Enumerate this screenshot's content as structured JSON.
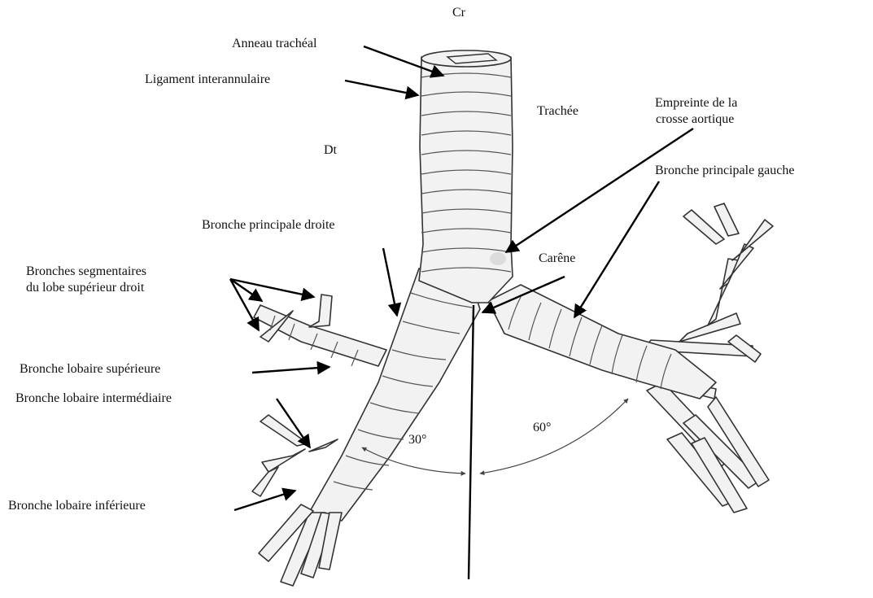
{
  "orientation": {
    "cranial": "Cr",
    "right": "Dt"
  },
  "labels": {
    "tracheal_ring": "Anneau trachéal",
    "interannular_ligament": "Ligament interannulaire",
    "trachea": "Trachée",
    "aortic_arch_line1": "Empreinte de la",
    "aortic_arch_line2": "crosse aortique",
    "left_main_bronchus": "Bronche principale gauche",
    "right_main_bronchus": "Bronche principale droite",
    "carina": "Carêne",
    "segmental_line1": "Bronches segmentaires",
    "segmental_line2": "du lobe supérieur droit",
    "upper_lobar": "Bronche lobaire supérieure",
    "intermediate_lobar": "Bronche lobaire intermédiaire",
    "lower_lobar": "Bronche lobaire inférieure"
  },
  "angles": {
    "right": "30°",
    "left": "60°"
  },
  "colors": {
    "tube_fill": "#f2f2f2",
    "outline": "#333333",
    "arrow": "#000000"
  }
}
